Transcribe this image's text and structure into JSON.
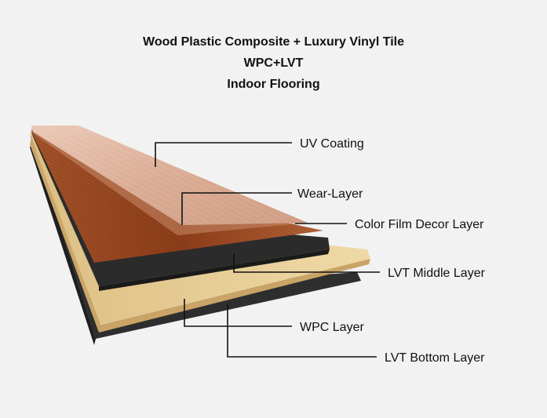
{
  "title": {
    "line1": "Wood Plastic Composite + Luxury Vinyl Tile",
    "line2": "WPC+LVT",
    "line3": "Indoor Flooring"
  },
  "layers": [
    {
      "id": "uv-coating",
      "label": "UV Coating"
    },
    {
      "id": "wear-layer",
      "label": "Wear-Layer"
    },
    {
      "id": "color-film-decor-layer",
      "label": "Color Film Decor Layer"
    },
    {
      "id": "lvt-middle-layer",
      "label": "LVT Middle Layer"
    },
    {
      "id": "wpc-layer",
      "label": "WPC Layer"
    },
    {
      "id": "lvt-bottom-layer",
      "label": "LVT Bottom Layer"
    }
  ],
  "colors": {
    "background": "#f2f2f2",
    "uv_coating": "#d9a68f",
    "wear_layer": "#b8734d",
    "color_film": "#8a3b1a",
    "lvt_black": "#2b2b2b",
    "wpc_tan": "#e8cf95"
  }
}
